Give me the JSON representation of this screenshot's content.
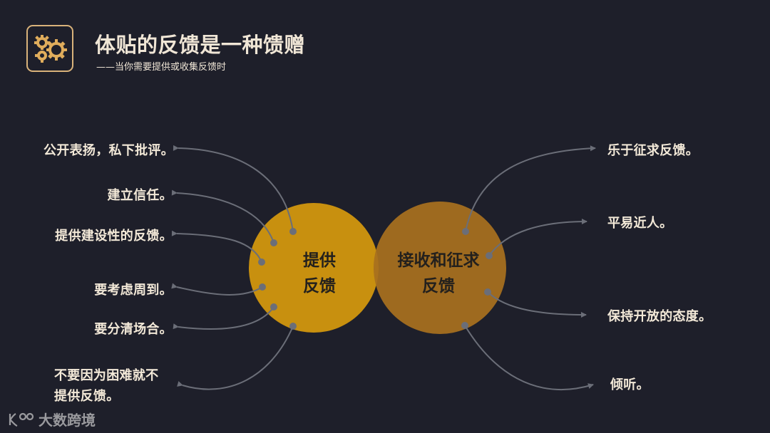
{
  "header": {
    "title": "体贴的反馈是一种馈赠",
    "subtitle": "——当你需要提供或收集反馈时",
    "icon": "gears-icon"
  },
  "diagram": {
    "left_circle": {
      "line1": "提供",
      "line2": "反馈",
      "color": "#C8900F"
    },
    "right_circle": {
      "line1": "接收和征求",
      "line2": "反馈",
      "color": "#A8701E"
    },
    "left_items": [
      "公开表扬，私下批评。",
      "建立信任。",
      "提供建设性的反馈。",
      "要考虑周到。",
      "要分清场合。",
      "不要因为困难就不",
      "提供反馈。"
    ],
    "right_items": [
      "乐于征求反馈。",
      "平易近人。",
      "保持开放的态度。",
      "倾听。"
    ],
    "connector_color": "#6b6e78"
  },
  "watermark": {
    "text": "大数跨境",
    "logo": "k100-logo-icon"
  },
  "colors": {
    "background": "#1E1F2A",
    "title_text": "#F0E6D6",
    "accent": "#D9B27A"
  }
}
